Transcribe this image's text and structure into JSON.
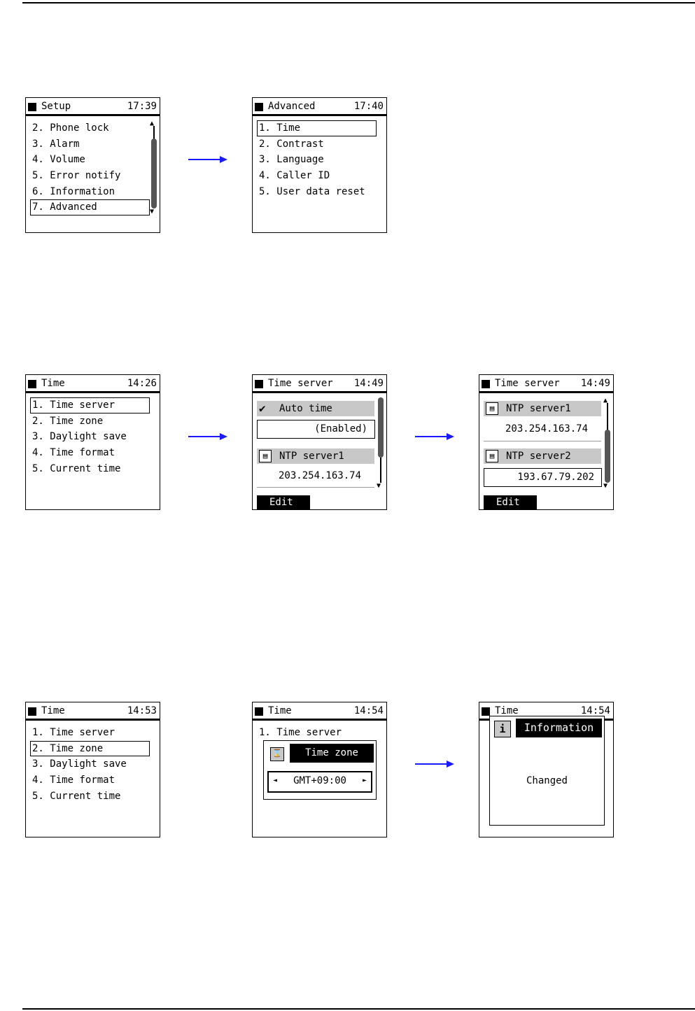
{
  "screens": {
    "setup": {
      "title": "Setup",
      "clock": "17:39",
      "items": [
        "2. Phone lock",
        "3. Alarm",
        "4. Volume",
        "5. Error notify",
        "6. Information",
        "7. Advanced"
      ]
    },
    "advanced": {
      "title": "Advanced",
      "clock": "17:40",
      "items": [
        "1. Time",
        "2. Contrast",
        "3. Language",
        "4. Caller ID",
        "5. User data reset"
      ]
    },
    "time1": {
      "title": "Time",
      "clock": "14:26",
      "items": [
        "1. Time server",
        "2. Time zone",
        "3. Daylight save",
        "4. Time format",
        "5. Current time"
      ]
    },
    "timeserver1": {
      "title": "Time server",
      "clock": "14:49",
      "auto_time_label": "Auto time",
      "auto_time_value": "(Enabled)",
      "ntp1_label": "NTP server1",
      "ntp1_value": "203.254.163.74",
      "softkey": "Edit"
    },
    "timeserver2": {
      "title": "Time server",
      "clock": "14:49",
      "ntp1_label": "NTP server1",
      "ntp1_value": "203.254.163.74",
      "ntp2_label": "NTP server2",
      "ntp2_value": "193.67.79.202",
      "softkey": "Edit"
    },
    "time2": {
      "title": "Time",
      "clock": "14:53",
      "items": [
        "1. Time server",
        "2. Time zone",
        "3. Daylight save",
        "4. Time format",
        "5. Current time"
      ]
    },
    "time3": {
      "title": "Time",
      "clock": "14:54",
      "first_item": "1. Time server",
      "popup_title": "Time zone",
      "popup_value": "GMT+09:00",
      "left_arrow": "◄",
      "right_arrow": "►"
    },
    "info": {
      "title": "Time",
      "clock": "14:54",
      "popup_title": "Information",
      "popup_message": "Changed",
      "info_glyph": "i"
    }
  },
  "colors": {
    "arrow": "#1a1aff",
    "highlight": "#c8c8c8",
    "scrollbar": "#555555"
  }
}
